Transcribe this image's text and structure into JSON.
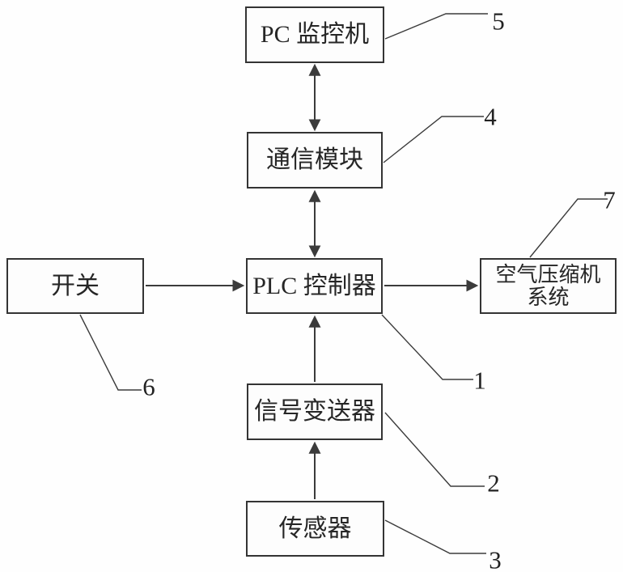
{
  "colors": {
    "background": "#fefefe",
    "line": "#3b3b3b",
    "box_border": "#343434",
    "text": "#262626"
  },
  "nodes": {
    "pc_monitor": {
      "label": "PC 监控机",
      "ref": "5"
    },
    "comm_module": {
      "label": "通信模块",
      "ref": "4"
    },
    "plc_controller": {
      "label": "PLC 控制器",
      "ref": "1"
    },
    "switch": {
      "label": "开关",
      "ref": "6"
    },
    "air_compressor": {
      "label": "空气压缩机系统",
      "lines": [
        "空气压缩机",
        "系统"
      ],
      "ref": "7"
    },
    "signal_transmitter": {
      "label": "信号变送器",
      "ref": "2"
    },
    "sensor": {
      "label": "传感器",
      "ref": "3"
    }
  },
  "edges": [
    {
      "from": "pc_monitor",
      "to": "comm_module",
      "direction": "bidirectional"
    },
    {
      "from": "comm_module",
      "to": "plc_controller",
      "direction": "bidirectional"
    },
    {
      "from": "switch",
      "to": "plc_controller",
      "direction": "one-way"
    },
    {
      "from": "plc_controller",
      "to": "air_compressor",
      "direction": "one-way"
    },
    {
      "from": "signal_transmitter",
      "to": "plc_controller",
      "direction": "one-way"
    },
    {
      "from": "sensor",
      "to": "signal_transmitter",
      "direction": "one-way"
    }
  ]
}
